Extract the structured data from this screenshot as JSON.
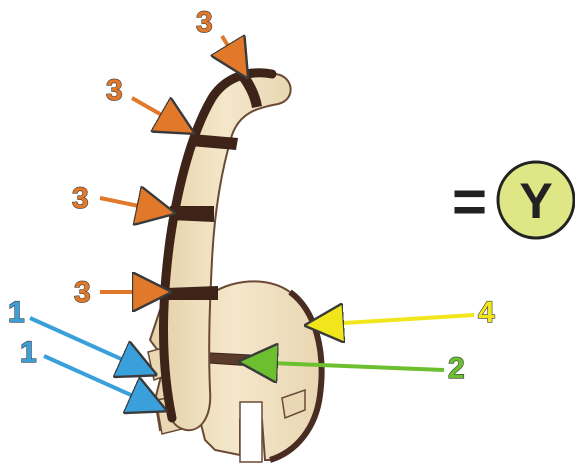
{
  "callouts": [
    {
      "id": "top",
      "label": "3",
      "color": "#e2792a"
    },
    {
      "id": "upper",
      "label": "3",
      "color": "#e2792a"
    },
    {
      "id": "middle",
      "label": "3",
      "color": "#e2792a"
    },
    {
      "id": "lower",
      "label": "3",
      "color": "#e2792a"
    },
    {
      "id": "blue-a",
      "label": "1",
      "color": "#3aa0dc"
    },
    {
      "id": "blue-b",
      "label": "1",
      "color": "#3aa0dc"
    },
    {
      "id": "green",
      "label": "2",
      "color": "#6cbf2e"
    },
    {
      "id": "yellow",
      "label": "4",
      "color": "#f1e51c"
    }
  ],
  "result": {
    "equals": "=",
    "letter": "Y",
    "circle_fill": "#dfe685",
    "circle_stroke": "#222222"
  },
  "colors": {
    "wood_light": "#f1e2c2",
    "wood_mid": "#e7d3ad",
    "wood_edge": "#4a2d22",
    "number_outline": "#3a3a3a"
  }
}
